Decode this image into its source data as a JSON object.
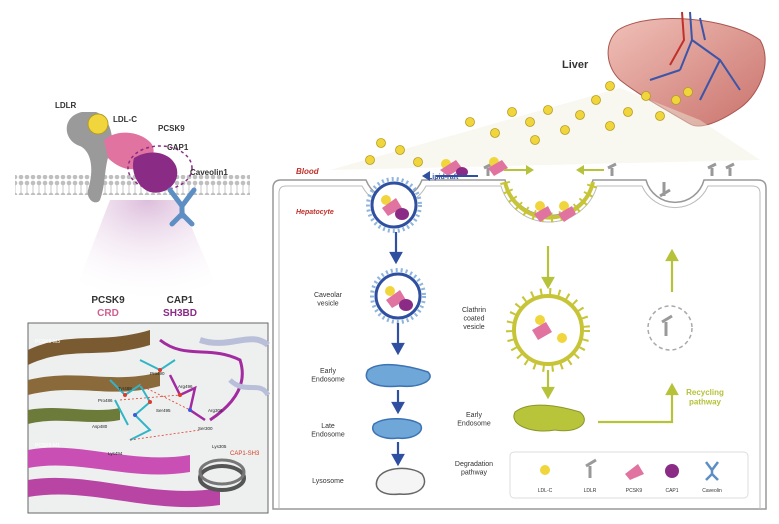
{
  "membrane_labels": {
    "ldlr": "LDLR",
    "ldlc": "LDL-C",
    "pcsk9": "PCSK9",
    "cap1": "CAP1",
    "caveolin": "Caveolin1"
  },
  "structure_labels": {
    "pcsk9": "PCSK9",
    "crd": "CRD",
    "cap1": "CAP1",
    "sh3bd": "SH3BD",
    "pcsk9_m3": "PCSK9-M3",
    "pcsk9_m1": "PCSK9-M1",
    "cap1_sh3": "CAP1-SH3",
    "residues": [
      "Pro490",
      "Tyr488",
      "Ser495",
      "Arg496",
      "Pro486",
      "Asp480",
      "Lys494",
      "Arg306",
      "Ser300",
      "Lys305"
    ]
  },
  "colors": {
    "pcsk9": "#e0739f",
    "cap1": "#8a2c86",
    "ldlc": "#f0d53c",
    "caveolin": "#5d8fc4",
    "degradation": "#2f4fa0",
    "recycling": "#b6c23a",
    "clathrin": "#c7c537",
    "ldlr": "#9a9a9a"
  },
  "cell": {
    "liver": "Liver",
    "blood": "Blood",
    "hepatocyte": "Hepatocyte",
    "lipid_raft": "Lipid-raft"
  },
  "degradation": {
    "caveolar_vesicle": "Caveolar\nvesicle",
    "early_endosome": "Early\nEndosome",
    "late_endosome": "Late\nEndosome",
    "lysosome": "Lysosome"
  },
  "clathrin": {
    "clathrin_vesicle": "Clathrin\ncoated\nvesicle",
    "early_endosome": "Early\nEndosome"
  },
  "recycling_pathway": "Recycling\npathway",
  "legend": {
    "title": "Degradation\npathway",
    "items": [
      "LDL-C",
      "LDLR",
      "PCSK9",
      "CAP1",
      "Caveolin"
    ]
  }
}
